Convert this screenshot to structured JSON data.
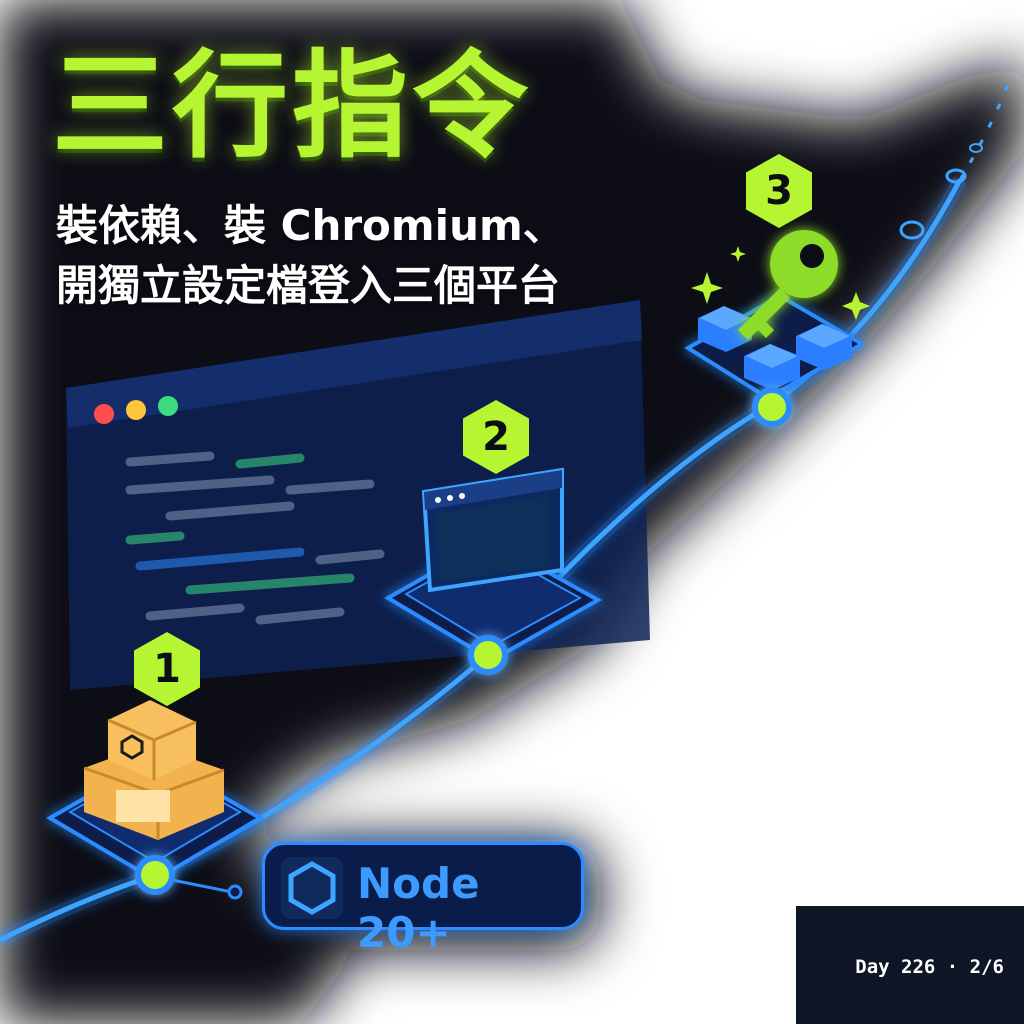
{
  "headline": {
    "title": "三行指令",
    "subtitle_line1": "裝依賴、裝 Chromium、",
    "subtitle_line2": "開獨立設定檔登入三個平台"
  },
  "steps": [
    {
      "number": "1",
      "icon": "package-boxes-icon"
    },
    {
      "number": "2",
      "icon": "browser-window-icon"
    },
    {
      "number": "3",
      "icon": "key-icon"
    }
  ],
  "requirement": {
    "icon": "nodejs-hexagon-icon",
    "label": "Node 20+"
  },
  "footer": {
    "label": "Day 226 · 2/6"
  },
  "colors": {
    "accent": "#b6f531",
    "path_blue": "#2b8cff",
    "navy": "#0a1d4a",
    "footer_bg": "#0e1524"
  }
}
